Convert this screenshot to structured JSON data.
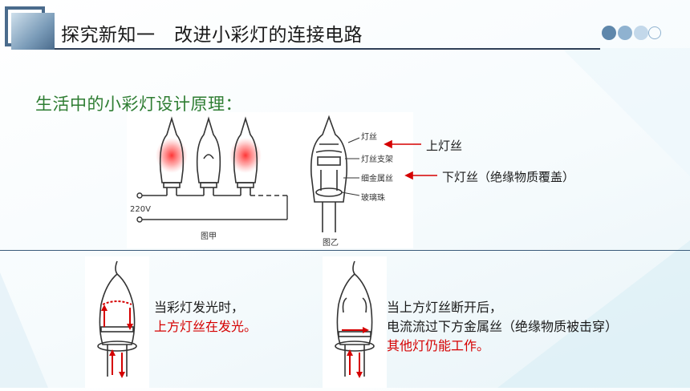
{
  "header": {
    "title": "探究新知一　改进小彩灯的连接电路"
  },
  "subtitle": "生活中的小彩灯设计原理：",
  "figure_top": {
    "voltage_label": "220V",
    "caption_a": "图甲",
    "caption_b": "图乙",
    "part_labels": [
      "灯丝",
      "灯丝支架",
      "细金属丝",
      "玻璃珠"
    ]
  },
  "annotations": {
    "upper_filament": "上灯丝",
    "lower_filament": "下灯丝（绝缘物质覆盖）"
  },
  "description_left": {
    "line1": "当彩灯发光时，",
    "line2": "上方灯丝在发光。"
  },
  "description_right": {
    "line1": "当上方灯丝断开后，",
    "line2": "电流流过下方金属丝（绝缘物质被击穿）",
    "line3": "其他灯仍能工作。"
  },
  "colors": {
    "accent_red": "#d50000",
    "subtitle_green": "#2e7d32",
    "header_line": "#2f3f57",
    "dot_1": "#5f87ab",
    "dot_2": "#8fb2d0",
    "dot_3": "#c3d8ea"
  }
}
